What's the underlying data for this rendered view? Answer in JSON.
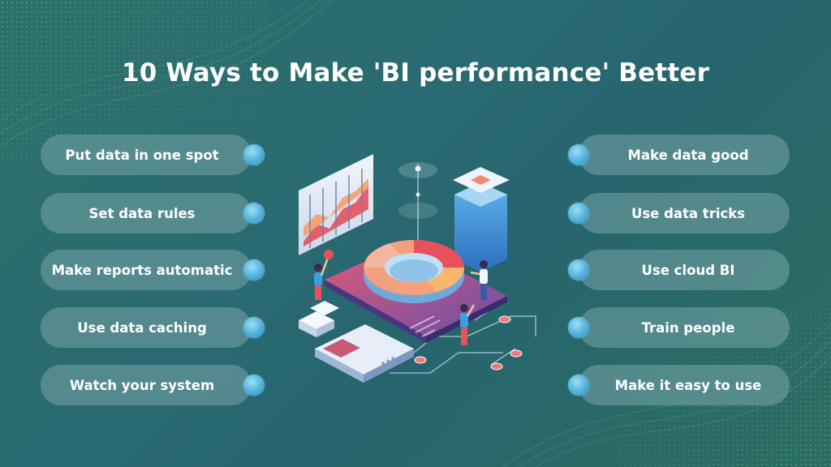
{
  "title": "10 Ways to Make 'BI performance' Better",
  "left_items": [
    {
      "label": "Put data in one spot"
    },
    {
      "label": "Set data rules"
    },
    {
      "label": "Make reports automatic"
    },
    {
      "label": "Use data caching"
    },
    {
      "label": "Watch your system"
    }
  ],
  "right_items": [
    {
      "label": "Make data good"
    },
    {
      "label": "Use data tricks"
    },
    {
      "label": "Use cloud BI"
    },
    {
      "label": "Train people"
    },
    {
      "label": "Make it easy to use"
    }
  ],
  "colors": {
    "background": "#2a6a6e",
    "pill": "#76a4a8",
    "dot": "#4fb0db",
    "text": "#ffffff",
    "accent_red": "#e8505b",
    "accent_orange": "#f5a06a"
  },
  "icons": [
    "bar-chart-panel-icon",
    "donut-chart-icon",
    "server-tower-icon",
    "laptop-icon",
    "person-icon"
  ]
}
